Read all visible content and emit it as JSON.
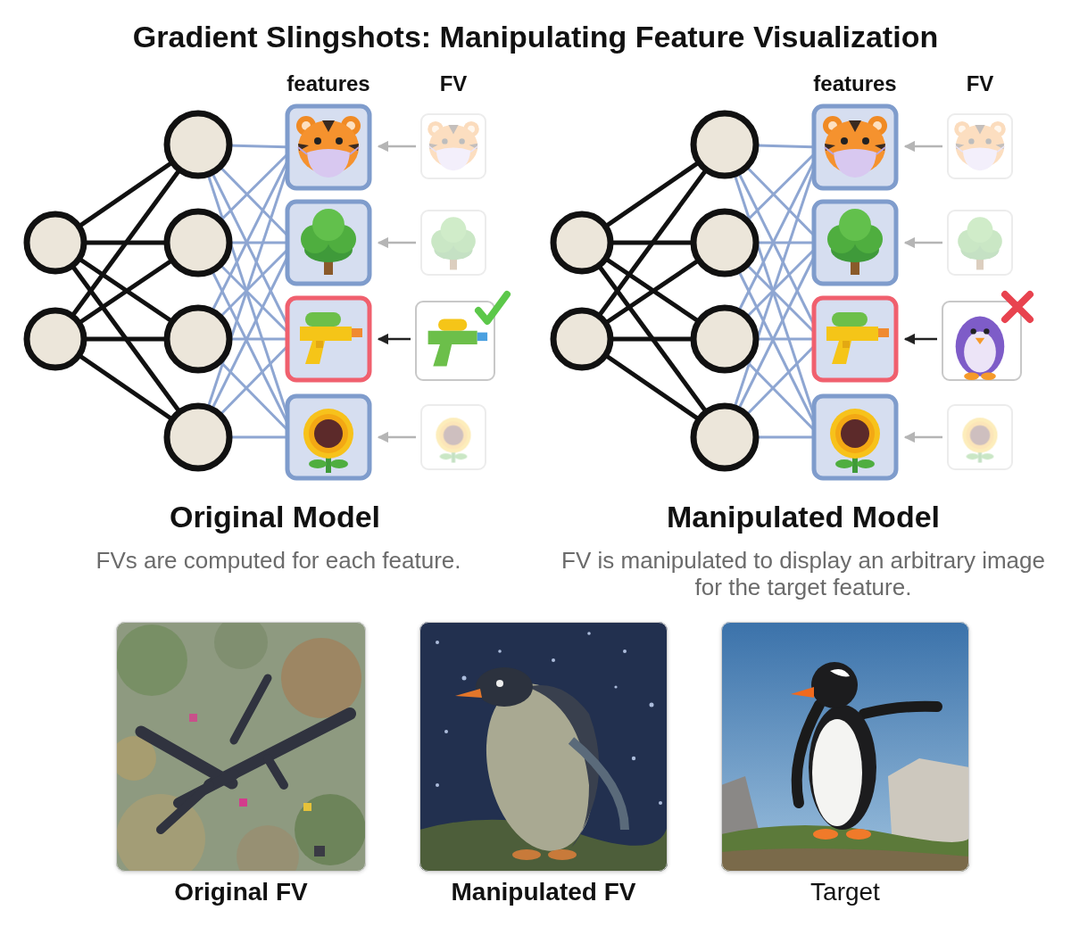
{
  "diagram": {
    "title": "Gradient Slingshots: Manipulating Feature Visualization",
    "nodes": [
      {
        "text": [
          "Original FV"
        ]
      },
      {
        "text": [
          "Manipulated FV"
        ]
      },
      {
        "text": [
          "Target"
        ]
      }
    ],
    "labels": [
      "features",
      "FV",
      "features",
      "FV",
      "Original Model",
      "FVs are computed for each feature.",
      "Manipulated Model",
      "FV is manipulated to display an arbitrary image for the target feature."
    ]
  }
}
